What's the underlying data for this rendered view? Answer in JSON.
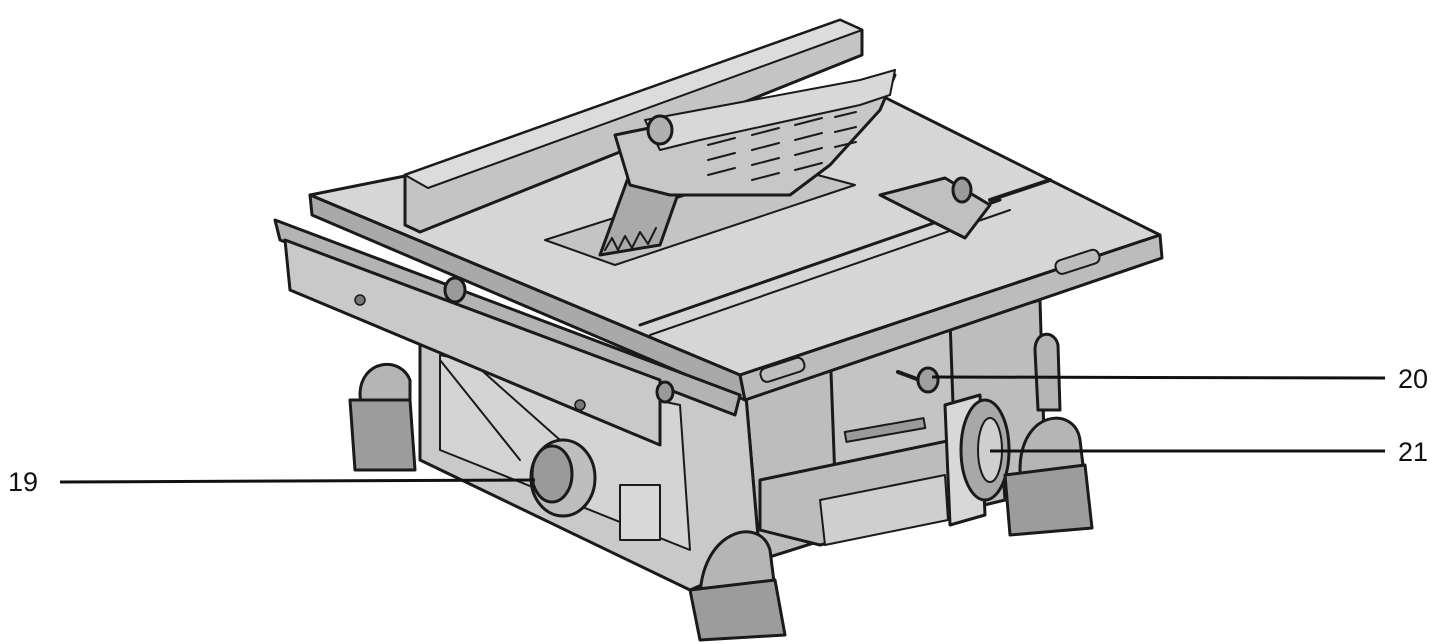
{
  "diagram": {
    "subject": "table-saw",
    "line_color": "#1a1a1a",
    "fill_light": "#d0d0d0",
    "fill_mid": "#b8b8b8",
    "fill_dark": "#8f8f8f",
    "callouts": [
      {
        "id": "19",
        "label": "19"
      },
      {
        "id": "20",
        "label": "20"
      },
      {
        "id": "21",
        "label": "21"
      }
    ]
  }
}
